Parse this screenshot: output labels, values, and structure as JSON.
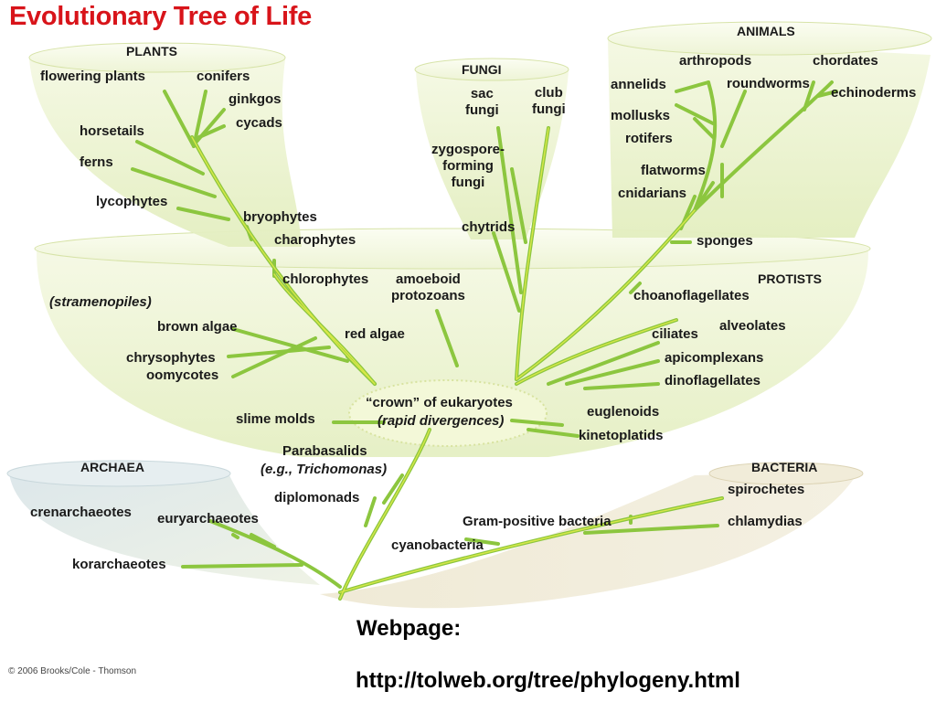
{
  "title": "Evolutionary Tree of Life",
  "groups": {
    "plants": "PLANTS",
    "fungi": "FUNGI",
    "animals": "ANIMALS",
    "protists": "PROTISTS",
    "archaea": "ARCHAEA",
    "bacteria": "BACTERIA"
  },
  "taxa": {
    "flowering_plants": "flowering plants",
    "conifers": "conifers",
    "ginkgos": "ginkgos",
    "cycads": "cycads",
    "horsetails": "horsetails",
    "ferns": "ferns",
    "lycophytes": "lycophytes",
    "bryophytes": "bryophytes",
    "charophytes": "charophytes",
    "chlorophytes": "chlorophytes",
    "sac_fungi": "sac\nfungi",
    "club_fungi": "club\nfungi",
    "zygospore_fungi": "zygospore-\nforming\nfungi",
    "chytrids": "chytrids",
    "arthropods": "arthropods",
    "chordates": "chordates",
    "annelids": "annelids",
    "roundworms": "roundworms",
    "echinoderms": "echinoderms",
    "mollusks": "mollusks",
    "rotifers": "rotifers",
    "flatworms": "flatworms",
    "cnidarians": "cnidarians",
    "sponges": "sponges",
    "choanoflagellates": "choanoflagellates",
    "stramenopiles": "(stramenopiles)",
    "brown_algae": "brown algae",
    "chrysophytes": "chrysophytes",
    "oomycotes": "oomycotes",
    "amoeboid_protozoans": "amoeboid\nprotozoans",
    "red_algae": "red algae",
    "ciliates": "ciliates",
    "alveolates": "alveolates",
    "apicomplexans": "apicomplexans",
    "dinoflagellates": "dinoflagellates",
    "crown": "“crown” of eukaryotes",
    "rapid_divergences": "(rapid divergences)",
    "slime_molds": "slime molds",
    "euglenoids": "euglenoids",
    "kinetoplatids": "kinetoplatids",
    "parabasalids": "Parabasalids",
    "trichomonas": "(e.g., Trichomonas)",
    "diplomonads": "diplomonads",
    "crenarchaeotes": "crenarchaeotes",
    "euryarchaeotes": "euryarchaeotes",
    "korarchaeotes": "korarchaeotes",
    "spirochetes": "spirochetes",
    "gram_positive": "Gram-positive bacteria",
    "chlamydias": "chlamydias",
    "cyanobacteria": "cyanobacteria"
  },
  "footer": {
    "webpage_label": "Webpage:",
    "url": "http://tolweb.org/tree/phylogeny.html",
    "copyright": "© 2006 Brooks/Cole - Thomson"
  },
  "colors": {
    "title": "#d8141a",
    "branch": "#8cc63f",
    "branch_highlight": "#e6ee4a",
    "cup_fill": "#e9f1c8",
    "archaea_fill": "#dfe9ea",
    "bacteria_fill": "#eee8d2"
  }
}
